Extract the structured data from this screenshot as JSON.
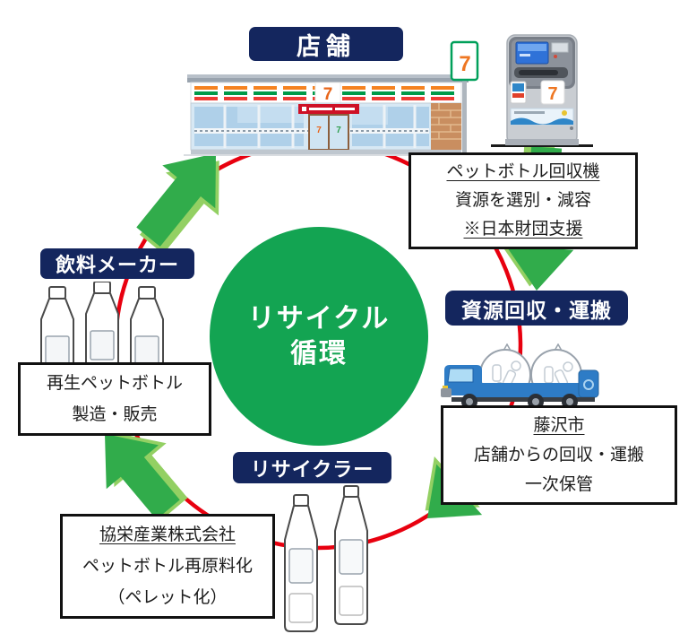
{
  "center_circle": {
    "line1": "リサイクル",
    "line2": "循環"
  },
  "node_labels": {
    "store": "店舗",
    "collection_transport": "資源回収・運搬",
    "recycler": "リサイクラー",
    "beverage_maker": "飲料メーカー"
  },
  "callouts": {
    "machine": {
      "line1": "ペットボトル回収機",
      "line2": "資源を選別・減容",
      "line3": "※日本財団支援"
    },
    "fujisawa": {
      "line1": "藤沢市",
      "line2": "店舗からの回収・運搬",
      "line3": "一次保管"
    },
    "kyoei": {
      "line1": "協栄産業株式会社",
      "line2": "ペットボトル再原料化",
      "line3": "（ペレット化）"
    },
    "remanufacture": {
      "line1": "再生ペットボトル",
      "line2": "製造・販売"
    }
  },
  "brand": {
    "seven": "7"
  },
  "colors": {
    "label_navy": "#14265e",
    "loop_red": "#e8000f",
    "circle_green": "#13a452",
    "arrow_green": "#31ac4b",
    "arrow_light_green": "#93d063",
    "truck_blue": "#2e7cc6",
    "store_stripe_orange": "#f58220",
    "store_stripe_green": "#009a49",
    "store_stripe_red": "#ee3b33"
  },
  "icons": {
    "store_illustration": "seven-eleven-storefront",
    "machine_illustration": "pet-bottle-collection-machine",
    "truck_illustration": "collection-truck-with-bottle-bags",
    "bottles_left_illustration": "three-pet-bottles",
    "bottles_bottom_illustration": "two-pet-bottles"
  }
}
